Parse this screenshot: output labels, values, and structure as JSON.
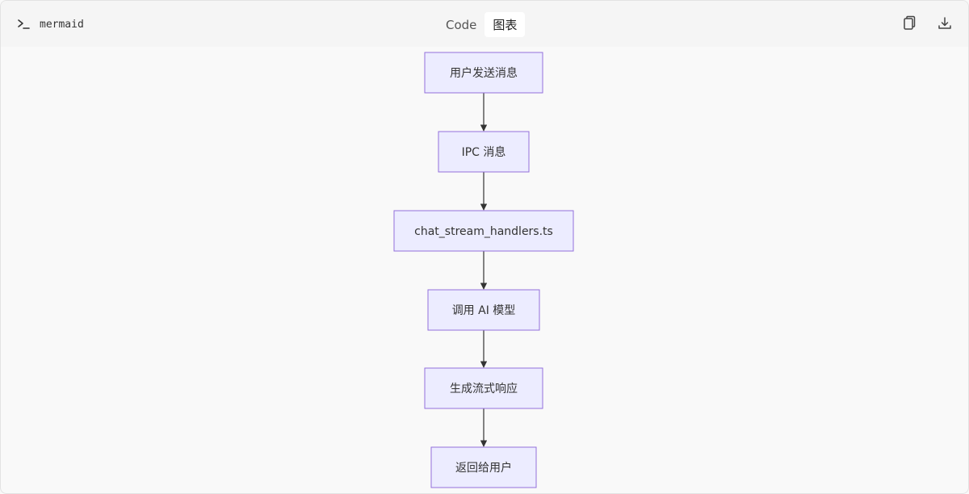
{
  "toolbar": {
    "language": "mermaid",
    "tabs": [
      {
        "label": "Code",
        "active": false
      },
      {
        "label": "图表",
        "active": true
      }
    ],
    "actions": [
      {
        "icon": "copy-icon"
      },
      {
        "icon": "download-icon"
      }
    ]
  },
  "diagram": {
    "type": "flowchart",
    "direction": "TD",
    "nodes": [
      {
        "id": "n1",
        "label": "用户发送消息"
      },
      {
        "id": "n2",
        "label": "IPC 消息"
      },
      {
        "id": "n3",
        "label": "chat_stream_handlers.ts"
      },
      {
        "id": "n4",
        "label": "调用 AI 模型"
      },
      {
        "id": "n5",
        "label": "生成流式响应"
      },
      {
        "id": "n6",
        "label": "返回给用户"
      }
    ],
    "edges": [
      {
        "from": "n1",
        "to": "n2"
      },
      {
        "from": "n2",
        "to": "n3"
      },
      {
        "from": "n3",
        "to": "n4"
      },
      {
        "from": "n4",
        "to": "n5"
      },
      {
        "from": "n5",
        "to": "n6"
      }
    ],
    "colors": {
      "node_fill": "#ECECFF",
      "node_stroke": "#9370DB",
      "edge": "#333333",
      "text": "#333333"
    }
  }
}
